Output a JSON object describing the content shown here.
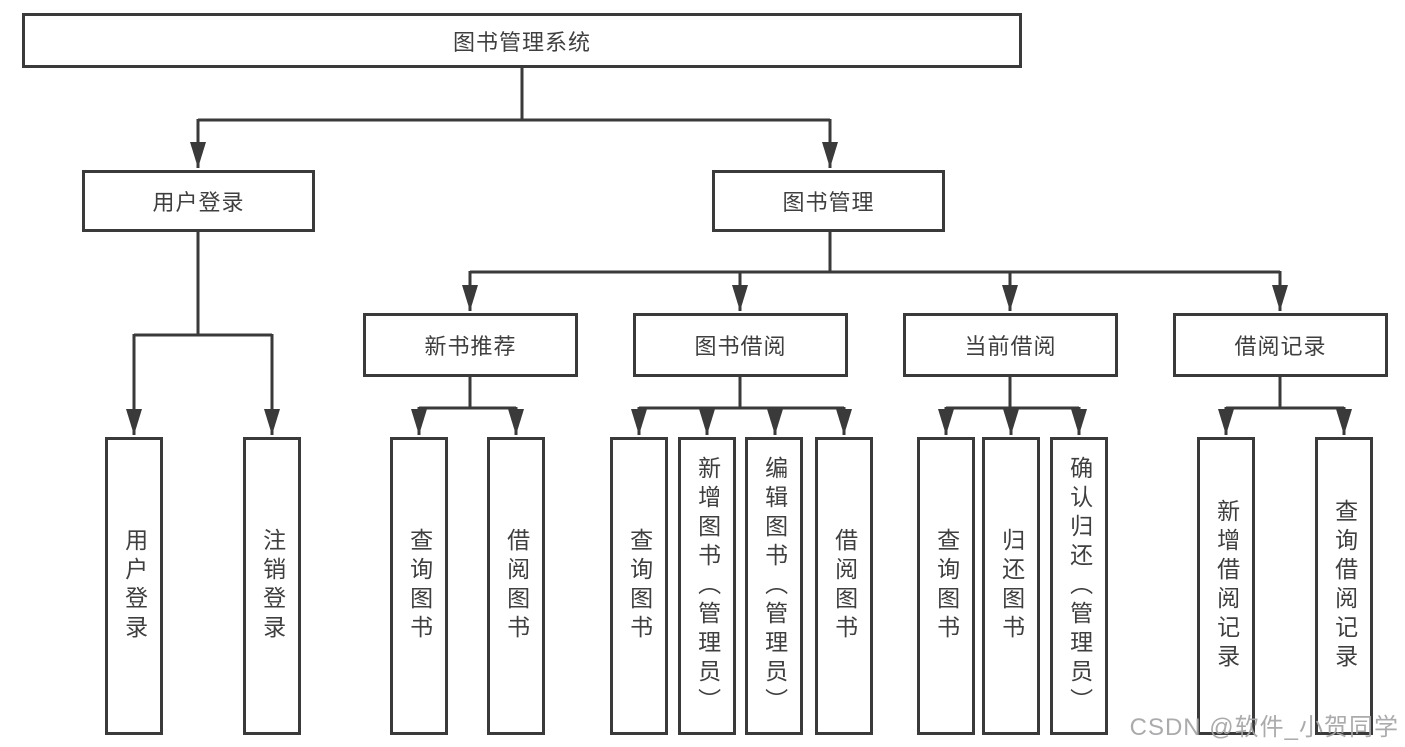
{
  "diagram": {
    "root": "图书管理系统",
    "user_login": {
      "label": "用户登录",
      "children": [
        "用户登录",
        "注销登录"
      ]
    },
    "book_management": {
      "label": "图书管理",
      "sections": [
        {
          "label": "新书推荐",
          "children": [
            "查询图书",
            "借阅图书"
          ]
        },
        {
          "label": "图书借阅",
          "children": [
            "查询图书",
            "新增图书（管理员）",
            "编辑图书（管理员）",
            "借阅图书"
          ]
        },
        {
          "label": "当前借阅",
          "children": [
            "查询图书",
            "归还图书",
            "确认归还（管理员）"
          ]
        },
        {
          "label": "借阅记录",
          "children": [
            "新增借阅记录",
            "查询借阅记录"
          ]
        }
      ]
    }
  },
  "watermark": "CSDN @软件_小贺同学",
  "colors": {
    "line": "#3a3a3a",
    "text": "#3f3f3f",
    "watermark": "#a6a6a9",
    "background": "#ffffff"
  }
}
